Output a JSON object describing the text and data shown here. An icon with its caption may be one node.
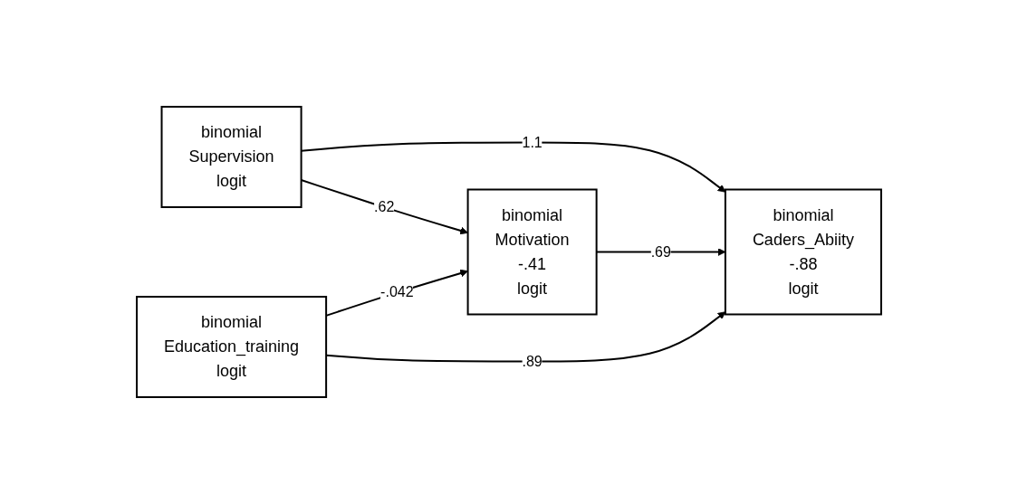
{
  "diagram": {
    "nodes": [
      {
        "text": [
          "binomial",
          "Supervision",
          "logit"
        ]
      },
      {
        "text": [
          "binomial",
          "Education_training",
          "logit"
        ]
      },
      {
        "text": [
          "binomial",
          "Motivation",
          "-.41",
          "logit"
        ]
      },
      {
        "text": [
          "binomial",
          "Caders_Abiity",
          "-.88",
          "logit"
        ]
      }
    ],
    "edges": [
      {
        "from": 0,
        "to": 3,
        "arrow": "to",
        "label": "1.1"
      },
      {
        "from": 0,
        "to": 2,
        "arrow": "to",
        "label": ".62"
      },
      {
        "from": 1,
        "to": 2,
        "arrow": "to",
        "label": "-.042"
      },
      {
        "from": 2,
        "to": 3,
        "arrow": "to",
        "label": ".69"
      },
      {
        "from": 1,
        "to": 3,
        "arrow": "to",
        "label": ".89"
      }
    ]
  }
}
